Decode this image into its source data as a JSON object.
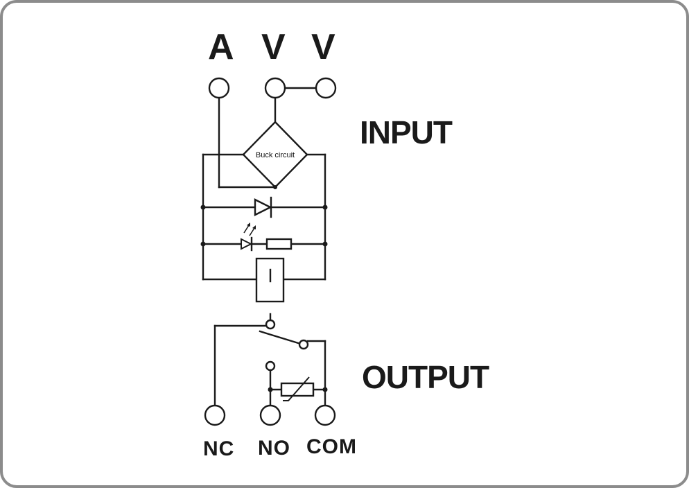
{
  "colors": {
    "border": "#8c8c8c",
    "ink": "#1a1a1a",
    "background": "#ffffff"
  },
  "terminals": {
    "top": [
      "A",
      "V",
      "V"
    ],
    "bottom": [
      "NC",
      "NO",
      "COM"
    ]
  },
  "sections": {
    "input": "INPUT",
    "output": "OUTPUT"
  },
  "components": {
    "buck": "Buck circuit"
  },
  "icons": [
    "diode-icon",
    "led-icon",
    "resistor-icon",
    "relay-coil-icon",
    "switch-icon",
    "varistor-icon"
  ]
}
